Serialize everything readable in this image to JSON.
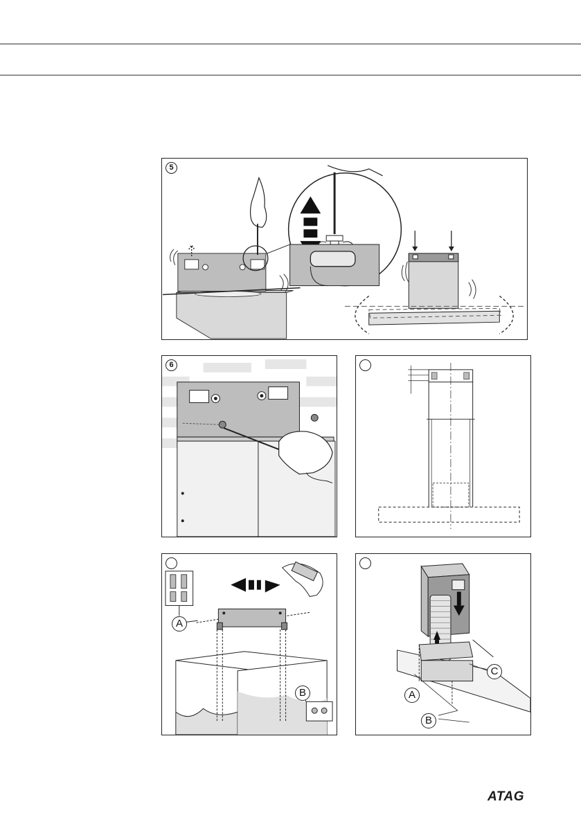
{
  "panels": {
    "p5": {
      "step": "5"
    },
    "p6": {
      "step": "6"
    },
    "p7": {
      "step": ""
    },
    "p8": {
      "step": ""
    },
    "p9": {
      "step": ""
    }
  },
  "callouts": {
    "p8_a": "A",
    "p8_b": "B",
    "p9_a": "A",
    "p9_b": "B",
    "p9_c": "C"
  },
  "footer": {
    "brand": "ATAG"
  }
}
